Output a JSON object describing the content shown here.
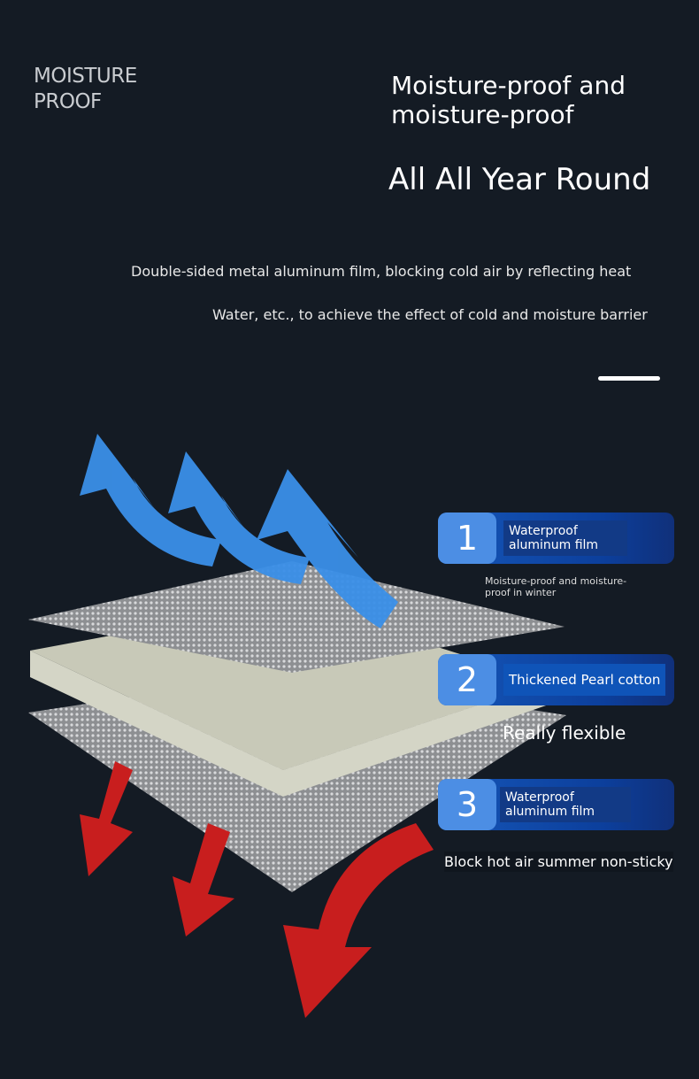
{
  "corner_label": "MOISTURE PROOF",
  "headline": "Moisture-proof and moisture-proof",
  "subheadline": "All All Year Round",
  "description": [
    "Double-sided metal aluminum film, blocking cold air by reflecting heat",
    "Water, etc., to achieve the effect of cold and moisture barrier"
  ],
  "layers": [
    {
      "num": "1",
      "name": "Waterproof aluminum film",
      "note": "Moisture-proof and moisture-proof in winter"
    },
    {
      "num": "2",
      "name": "Thickened Pearl cotton",
      "note": "Really flexible"
    },
    {
      "num": "3",
      "name": "Waterproof aluminum film",
      "note": "Block hot air summer non-sticky"
    }
  ],
  "colors": {
    "background": "#141b24",
    "badge": "#1556b8",
    "number_box": "#4c8ee4",
    "cold_arrow": "#3a8fe8",
    "hot_arrow": "#c81e1e"
  }
}
